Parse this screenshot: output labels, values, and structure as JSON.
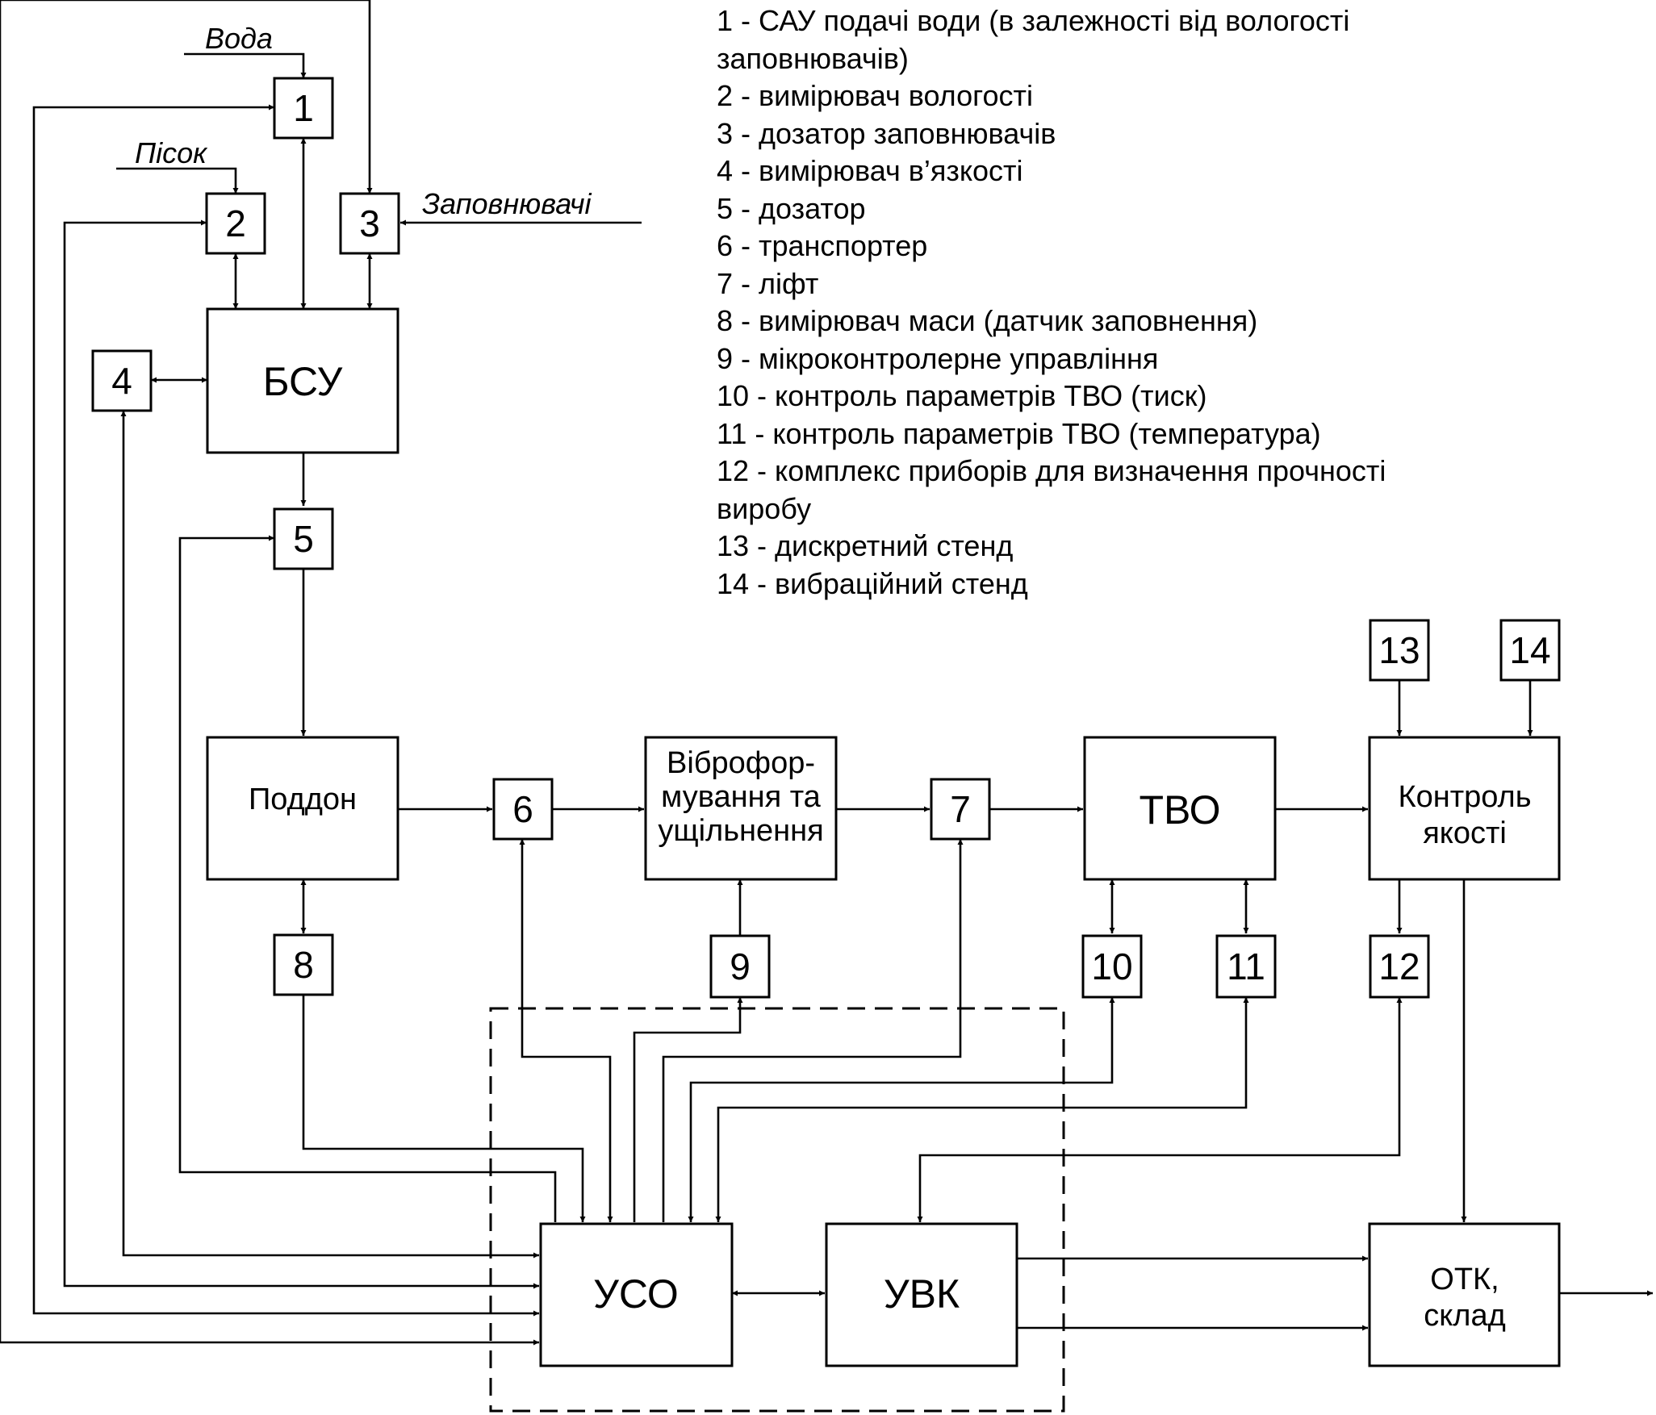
{
  "inputs": {
    "water": "Вода",
    "sand": "Пісок",
    "fillers": "Заповнювачі"
  },
  "blocks": {
    "b1": "1",
    "b2": "2",
    "b3": "3",
    "b4": "4",
    "b5": "5",
    "b6": "6",
    "b7": "7",
    "b8": "8",
    "b9": "9",
    "b10": "10",
    "b11": "11",
    "b12": "12",
    "b13": "13",
    "b14": "14",
    "bsu": "БСУ",
    "pallet": "Поддон",
    "vibro": [
      "Віброфор-",
      "мування та",
      "ущільнення"
    ],
    "tvo": "ТВО",
    "quality": [
      "Контроль",
      "якості"
    ],
    "uso": "УСО",
    "uvk": "УВК",
    "otk": [
      "ОТК,",
      "склад"
    ]
  },
  "legend": [
    "1 - САУ подачі води (в залежності від вологості",
    "заповнювачів)",
    "2 - вимірювач вологості",
    "3 - дозатор заповнювачів",
    "4 - вимірювач в’язкості",
    "5 - дозатор",
    "6 - транспортер",
    "7 - ліфт",
    "8 - вимірювач маси (датчик заповнення)",
    "9 - мікроконтролерне управління",
    "10 - контроль параметрів ТВО (тиск)",
    "11 - контроль параметрів ТВО (температура)",
    "12 - комплекс приборів для визначення прочності",
    "виробу",
    "13 - дискретний стенд",
    "14 - вибраційний стенд"
  ]
}
